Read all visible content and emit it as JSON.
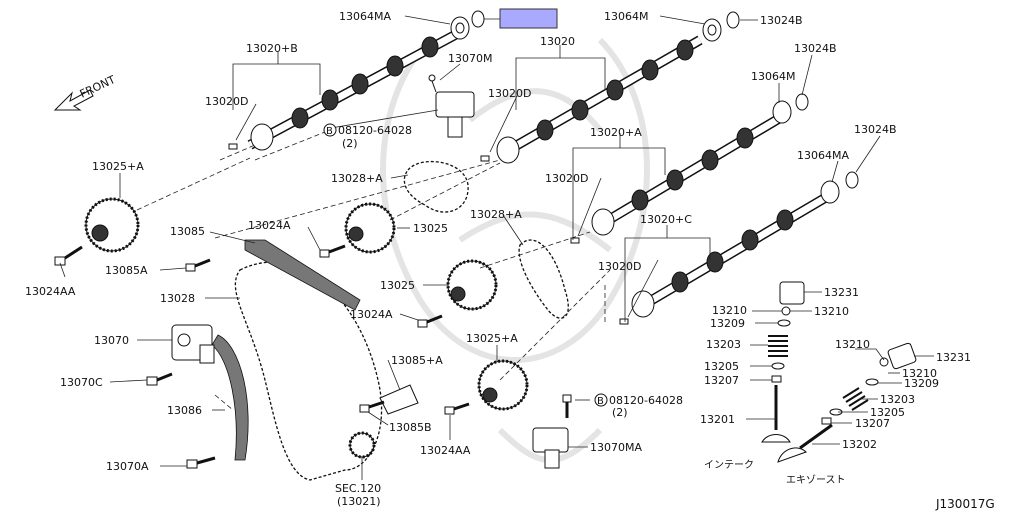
{
  "figure_code": "J130017G",
  "front_label": "FRONT",
  "highlighted_label": "13024B",
  "highlight_color": "#a9a9ff",
  "labels": {
    "l_13064MA_top": "13064MA",
    "l_13064M_top": "13064M",
    "l_13024B_tr": "13024B",
    "l_13020_center": "13020",
    "l_13020B": "13020+B",
    "l_13070M": "13070M",
    "l_13024B_r1": "13024B",
    "l_13064M_r": "13064M",
    "l_13020D_1": "13020D",
    "l_13020D_2": "13020D",
    "l_08120_1": "08120-64028",
    "l_08120_1_qty": "(2)",
    "l_13020A": "13020+A",
    "l_13024B_r2": "13024B",
    "l_13064MA_r": "13064MA",
    "l_13028A_1": "13028+A",
    "l_13025A_1": "13025+A",
    "l_13020D_3": "13020D",
    "l_13028A_2": "13028+A",
    "l_13020C": "13020+C",
    "l_13024A": "13024A",
    "l_13085": "13085",
    "l_13025_1": "13025",
    "l_13085A": "13085A",
    "l_13024AA_1": "13024AA",
    "l_13028": "13028",
    "l_13025_2": "13025",
    "l_13020D_4": "13020D",
    "l_13231_1": "13231",
    "l_13210_1": "13210",
    "l_13210_2": "13210",
    "l_13209_1": "13209",
    "l_13024A_2": "13024A",
    "l_13070": "13070",
    "l_13025A_2": "13025+A",
    "l_13203_1": "13203",
    "l_13210_3": "13210",
    "l_13231_2": "13231",
    "l_13205_1": "13205",
    "l_13085A_2": "13085+A",
    "l_13207_1": "13207",
    "l_13070C": "13070C",
    "l_13210_4": "13210",
    "l_13209_2": "13209",
    "l_08120_2": "08120-64028",
    "l_08120_2_qty": "(2)",
    "l_13203_2": "13203",
    "l_13086": "13086",
    "l_13205_2": "13205",
    "l_13085B": "13085B",
    "l_13201": "13201",
    "l_13207_2": "13207",
    "l_13024AA_2": "13024AA",
    "l_13070MA": "13070MA",
    "l_13202": "13202",
    "l_13070A": "13070A",
    "l_intake": "インテーク",
    "l_exhaust": "エキゾースト",
    "l_sec120": "SEC.120",
    "l_sec120_sub": "(13021)"
  }
}
